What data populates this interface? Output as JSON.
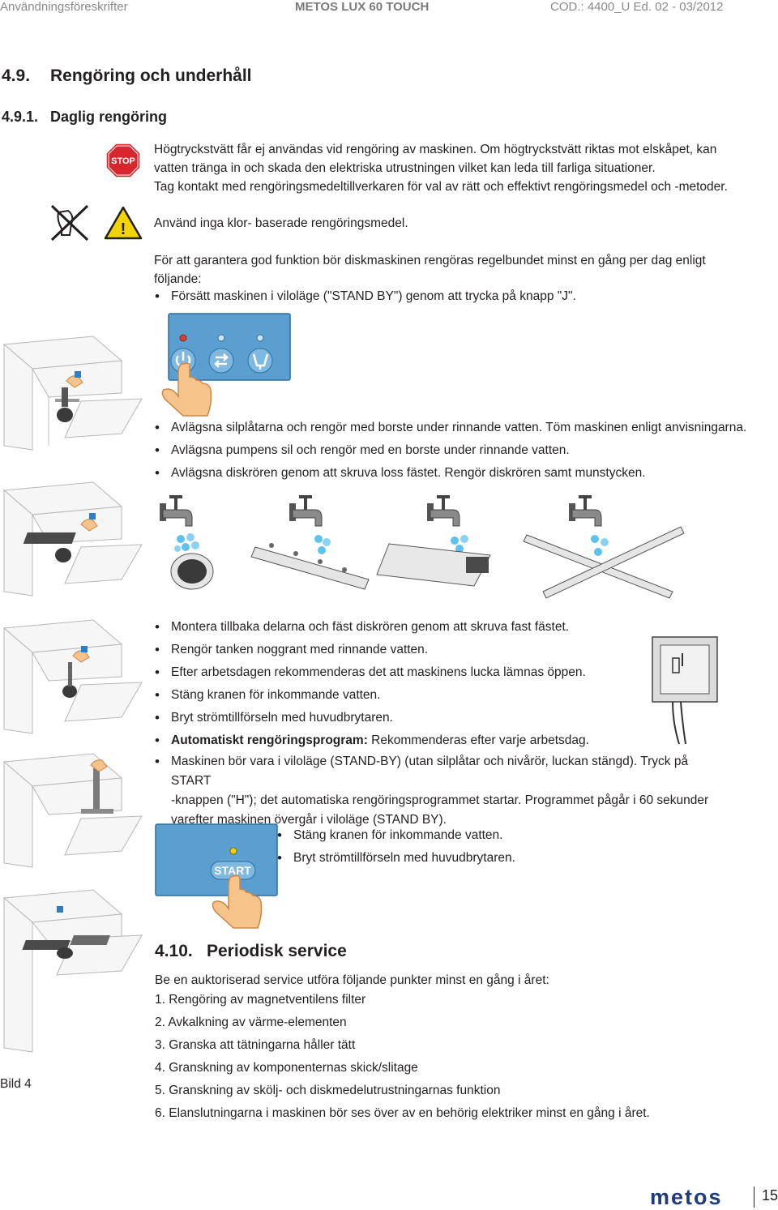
{
  "header": {
    "left": "Användningsföreskrifter",
    "center": "METOS LUX 60 TOUCH",
    "right": "COD.: 4400_U  Ed. 02 - 03/2012"
  },
  "section": {
    "number": "4.9.",
    "title": "Rengöring och underhåll"
  },
  "subsection": {
    "number": "4.9.1.",
    "title": "Daglig rengöring"
  },
  "icons": {
    "stop_text": "STOP",
    "warning_symbol": "!"
  },
  "warnings": {
    "line1": "Högtryckstvätt får ej användas vid rengöring av maskinen. Om högtryckstvätt riktas mot elskåpet, kan",
    "line2": "vatten tränga in och skada den elektriska utrustningen vilket kan leda till farliga situationer.",
    "line3": "Tag kontakt med rengöringsmedeltillverkaren för val av rätt och effektivt rengöringsmedel och -metoder.",
    "line4": "Använd inga klor- baserade rengöringsmedel."
  },
  "intro": {
    "line1": "För att garantera god funktion bör diskmaskinen rengöras regelbundet minst en gång per dag enligt",
    "line2": "följande:",
    "bullet": "Försätt maskinen i viloläge (\"STAND BY\") genom att trycka på knapp \"J\"."
  },
  "bullets_a": [
    "Avlägsna silplåtarna och rengör med borste under rinnande vatten. Töm maskinen enligt anvisningarna.",
    "Avlägsna pumpens sil och rengör med en borste under rinnande vatten.",
    "Avlägsna diskrören genom att skruva loss fästet. Rengör diskrören samt munstycken."
  ],
  "bullets_b": [
    "Montera tillbaka delarna och fäst diskrören genom att skruva fast fästet.",
    "Rengör tanken noggrant med rinnande vatten.",
    "Efter arbetsdagen rekommenderas det att maskinens lucka lämnas öppen.",
    "Stäng kranen för inkommande vatten.",
    "Bryt strömtillförseln med huvudbrytaren."
  ],
  "auto": {
    "label": "Automatiskt rengöringsprogram:",
    "text": " Rekommenderas efter varje arbetsdag.",
    "line1": "Maskinen bör vara i viloläge (STAND-BY) (utan silplåtar och nivårör, luckan stängd). Tryck på START",
    "line2": "-knappen (\"H\"); det automatiska rengöringsprogrammet startar. Programmet pågår i 60 sekunder",
    "line3": "varefter maskinen övergår i viloläge (STAND BY)."
  },
  "bullets_c": [
    "Stäng kranen för inkommande vatten.",
    "Bryt strömtillförseln med huvudbrytaren."
  ],
  "start_button": "START",
  "figure_label": "Bild 4",
  "periodic": {
    "number": "4.10.",
    "title": "Periodisk service",
    "intro": "Be en auktoriserad service utföra följande punkter minst en gång i året:",
    "items": [
      "1.  Rengöring av magnetventilens filter",
      "2.  Avkalkning av värme-elementen",
      "3.  Granska att tätningarna håller tätt",
      "4.  Granskning av komponenternas skick/slitage",
      "5.  Granskning av skölj- och diskmedelutrustningarnas funktion",
      "6.  Elanslutningarna i maskinen bör ses över av en behörig elektriker minst en gång i året."
    ]
  },
  "footer": {
    "logo": "metos",
    "page": "15"
  },
  "colors": {
    "panel": "#5a9fd0",
    "panel_border": "#2f6f9e",
    "stop": "#d7262e",
    "warning": "#f2d500",
    "water": "#5fc2ec"
  }
}
